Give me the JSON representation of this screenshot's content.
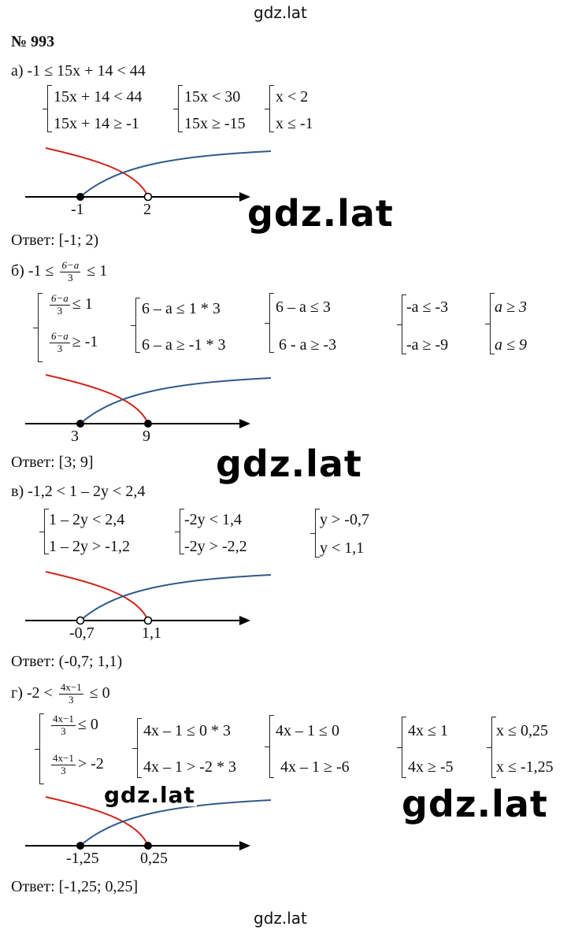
{
  "watermarks": {
    "top": "gdz.lat",
    "bottom": "gdz.lat",
    "big": "gdz.lat",
    "partial": "gdz.lat"
  },
  "problem": {
    "number": "№ 993"
  },
  "a": {
    "statement": "а) -1 ≤ 15x + 14 < 44",
    "sys1": [
      "15x + 14 < 44",
      "15x + 14 ≥ -1"
    ],
    "sys2": [
      "15x < 30",
      "15x ≥ -15"
    ],
    "sys3": [
      "x < 2",
      "x ≤ -1"
    ],
    "ticks": [
      "-1",
      "2"
    ],
    "answer": "Ответ: [-1; 2)"
  },
  "b": {
    "prefix": "б) -1 ≤",
    "frac_num": "6−a",
    "frac_den": "3",
    "suffix": "≤ 1",
    "sys1_r1": "≤ 1",
    "sys1_r2": "≥ -1",
    "sys2": [
      "6 – a ≤ 1 * 3",
      "6 – a ≥ -1 * 3"
    ],
    "sys3": [
      "6 – a ≤ 3",
      "6 - a ≥ -3"
    ],
    "sys4": [
      "-a ≤ -3",
      "-a ≥ -9"
    ],
    "sys5": [
      "a ≥ 3",
      "a ≤ 9"
    ],
    "ticks": [
      "3",
      "9"
    ],
    "answer": "Ответ: [3; 9]"
  },
  "v": {
    "statement": "в) -1,2 < 1 – 2y < 2,4",
    "sys1": [
      "1 – 2y < 2,4",
      "1 – 2y > -1,2"
    ],
    "sys2": [
      "-2y < 1,4",
      "-2y > -2,2"
    ],
    "sys3": [
      "y > -0,7",
      "y < 1,1"
    ],
    "ticks": [
      "-0,7",
      "1,1"
    ],
    "answer": "Ответ: (-0,7; 1,1)"
  },
  "g": {
    "prefix": "г) -2 <",
    "frac_num": "4x−1",
    "frac_den": "3",
    "suffix": "≤ 0",
    "sys1_r1": "≤ 0",
    "sys1_r2": "> -2",
    "sys2": [
      "4x – 1 ≤ 0 * 3",
      "4x – 1 > -2 * 3"
    ],
    "sys3": [
      "4x – 1 ≤ 0",
      "4x – 1 ≥ -6"
    ],
    "sys4": [
      "4x ≤ 1",
      "4x ≥ -5"
    ],
    "sys5": [
      "x ≤ 0,25",
      "x ≤ -1,25"
    ],
    "ticks": [
      "-1,25",
      "0,25"
    ],
    "answer": "Ответ: [-1,25; 0,25]"
  },
  "colors": {
    "curve_red": "#d0241c",
    "curve_blue": "#2f5a8a",
    "axis": "#000000"
  }
}
